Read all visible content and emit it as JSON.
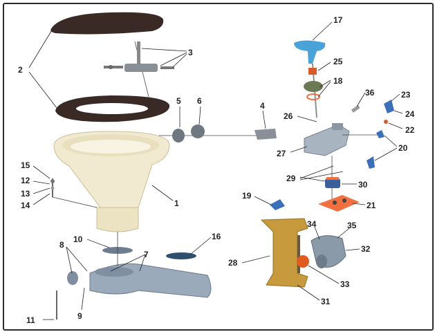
{
  "parts": [
    {
      "id": "1",
      "label": "1"
    },
    {
      "id": "2",
      "label": "2"
    },
    {
      "id": "3",
      "label": "3"
    },
    {
      "id": "4",
      "label": "4"
    },
    {
      "id": "5",
      "label": "5"
    },
    {
      "id": "6",
      "label": "6"
    },
    {
      "id": "7",
      "label": "7"
    },
    {
      "id": "8",
      "label": "8"
    },
    {
      "id": "9",
      "label": "9"
    },
    {
      "id": "10",
      "label": "10"
    },
    {
      "id": "11",
      "label": "11"
    },
    {
      "id": "12",
      "label": "12"
    },
    {
      "id": "13",
      "label": "13"
    },
    {
      "id": "14",
      "label": "14"
    },
    {
      "id": "15",
      "label": "15"
    },
    {
      "id": "16",
      "label": "16"
    },
    {
      "id": "17",
      "label": "17"
    },
    {
      "id": "18",
      "label": "18"
    },
    {
      "id": "19",
      "label": "19"
    },
    {
      "id": "20",
      "label": "20"
    },
    {
      "id": "21",
      "label": "21"
    },
    {
      "id": "22",
      "label": "22"
    },
    {
      "id": "23",
      "label": "23"
    },
    {
      "id": "24",
      "label": "24"
    },
    {
      "id": "25",
      "label": "25"
    },
    {
      "id": "26",
      "label": "26"
    },
    {
      "id": "27",
      "label": "27"
    },
    {
      "id": "28",
      "label": "28"
    },
    {
      "id": "29",
      "label": "29"
    },
    {
      "id": "30",
      "label": "30"
    },
    {
      "id": "31",
      "label": "31"
    },
    {
      "id": "32",
      "label": "32"
    },
    {
      "id": "33",
      "label": "33"
    },
    {
      "id": "34",
      "label": "34"
    },
    {
      "id": "35",
      "label": "35"
    },
    {
      "id": "36",
      "label": "36"
    }
  ],
  "colors": {
    "seat": "#3a2a26",
    "bowl": "#f2ead0",
    "base": "#9aaabb",
    "pump": "#c79a3e",
    "handle": "#4aa3d8",
    "gasket": "#f07040",
    "valve": "#a8b4c0"
  }
}
